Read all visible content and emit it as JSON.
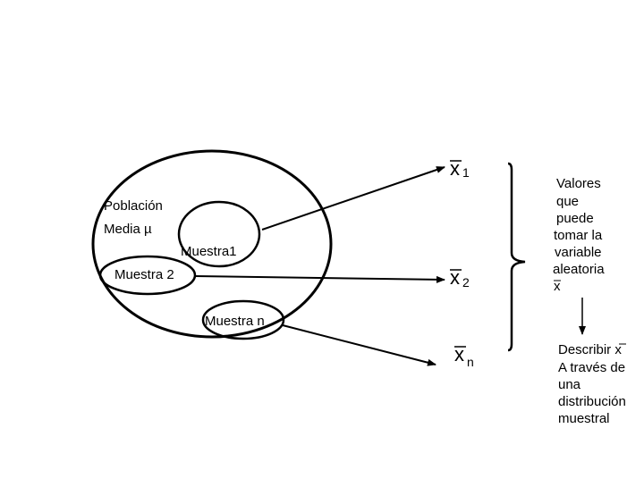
{
  "diagram": {
    "population_label": "Población",
    "mean_label": "Media µ",
    "sample1_label": "Muestra1",
    "sample2_label": "Muestra 2",
    "samplen_label": "Muestra n",
    "x1": {
      "symbol": "x",
      "subscript": "1"
    },
    "x2": {
      "symbol": "x",
      "subscript": "2"
    },
    "xn": {
      "symbol": "x",
      "subscript": "n"
    },
    "values_text": [
      "Valores",
      "que",
      "puede",
      "tomar la",
      "variable",
      "aleatoria",
      "x"
    ],
    "describe_text": [
      "Describir x",
      "A través de",
      "una",
      "distribución",
      "muestral"
    ]
  }
}
